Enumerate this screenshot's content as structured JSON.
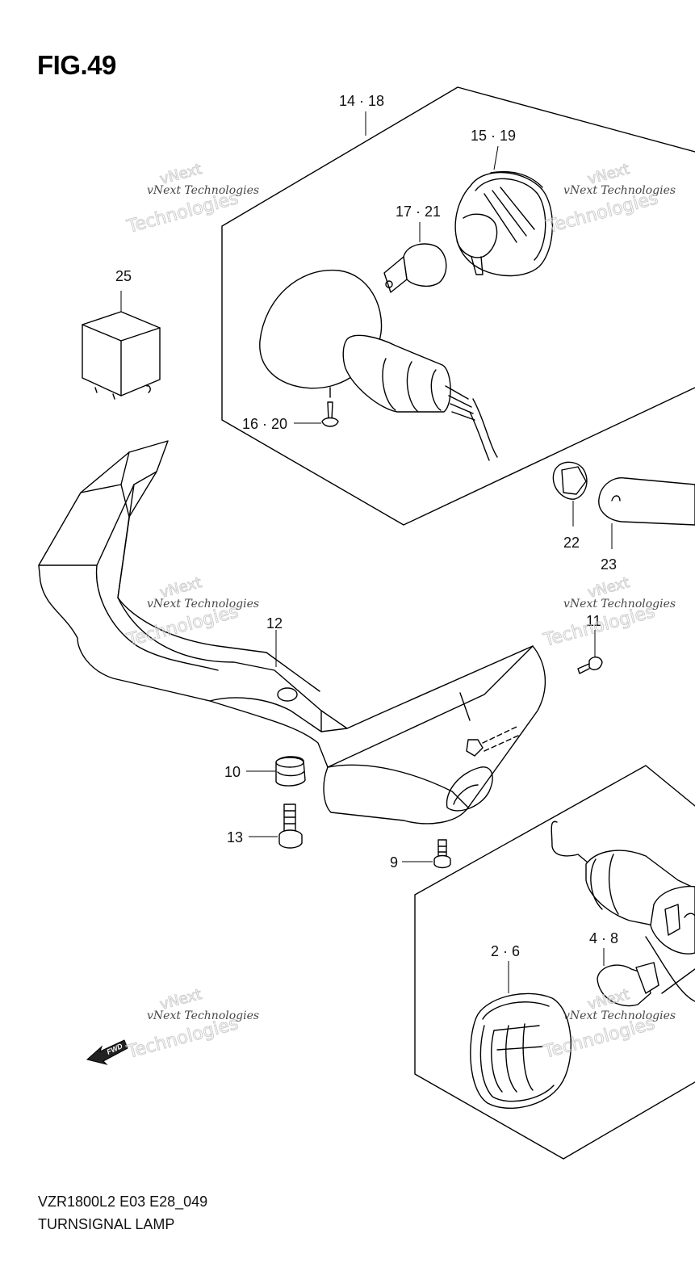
{
  "figure": {
    "title": "FIG.49",
    "model_code": "VZR1800L2 E03 E28_049",
    "assembly_name": "TURNSIGNAL LAMP"
  },
  "part_labels": {
    "p14_18": "14 · 18",
    "p15_19": "15 · 19",
    "p17_21": "17 · 21",
    "p25": "25",
    "p16_20": "16 · 20",
    "p22": "22",
    "p23": "23",
    "p12": "12",
    "p11": "11",
    "p10": "10",
    "p13": "13",
    "p9": "9",
    "p2_6": "2 · 6",
    "p4_8": "4 · 8"
  },
  "watermark": {
    "line1": "vNext Technologies",
    "line2": "Technologies",
    "line0": "vNext"
  },
  "fwd_marker": "FWD"
}
